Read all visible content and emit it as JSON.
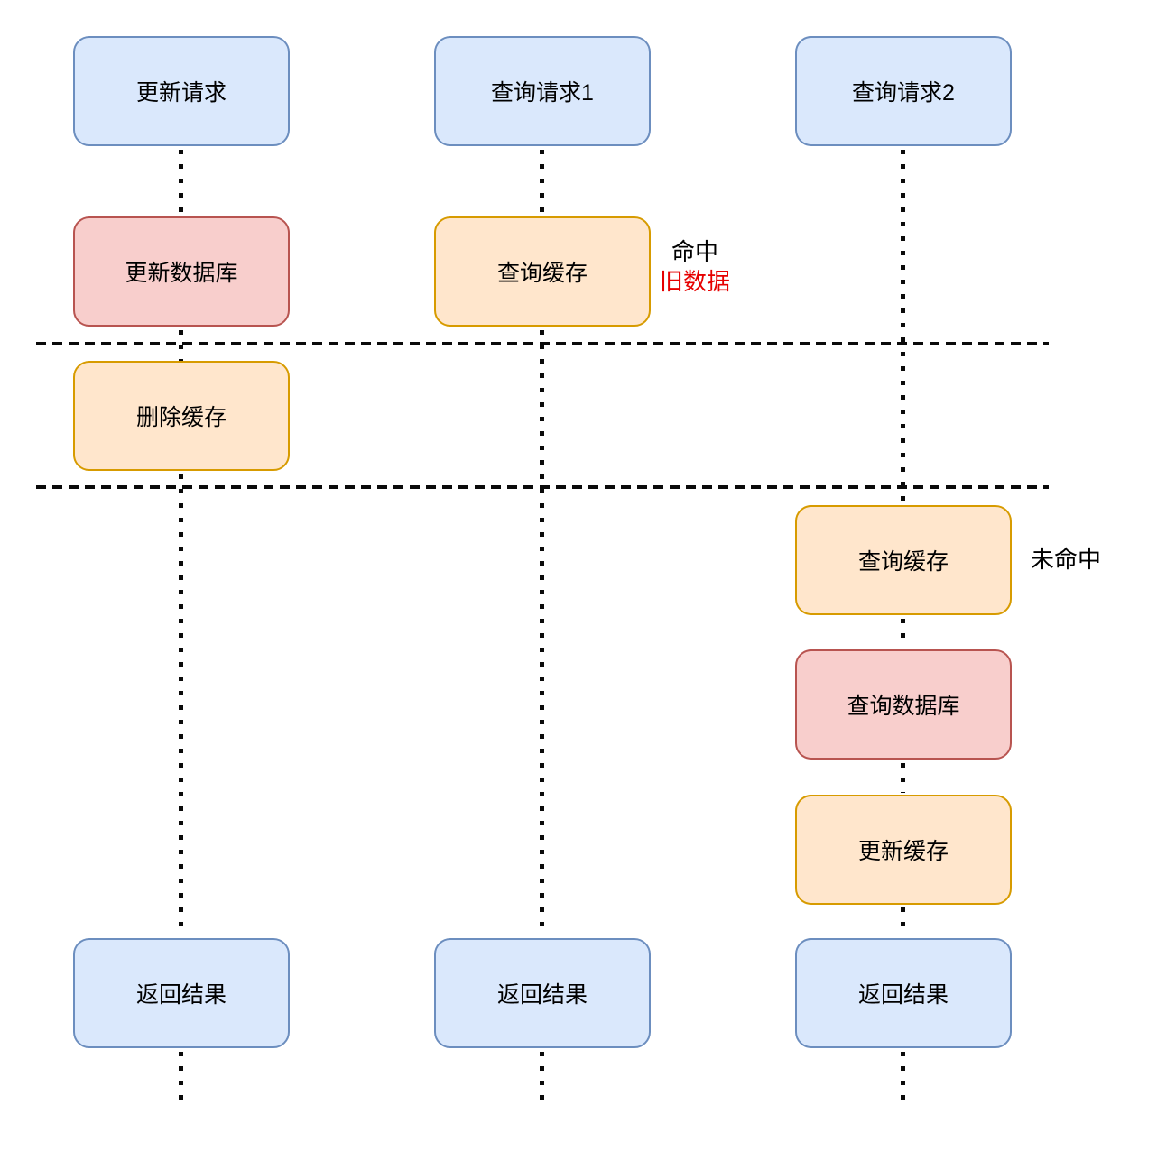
{
  "colors": {
    "blue-fill": "#dae8fc",
    "blue-border": "#6c8ebf",
    "red-fill": "#f8cecc",
    "red-border": "#b85450",
    "orange-fill": "#ffe6cc",
    "orange-border": "#d79b00",
    "stale-text": "#e60000",
    "line": "#0a0a0a"
  },
  "nodes": {
    "update_request": "更新请求",
    "query_request_1": "查询请求1",
    "query_request_2": "查询请求2",
    "update_database": "更新数据库",
    "query_cache_1": "查询缓存",
    "delete_cache": "删除缓存",
    "query_cache_2": "查询缓存",
    "query_database": "查询数据库",
    "update_cache": "更新缓存",
    "return_result_1": "返回结果",
    "return_result_2": "返回结果",
    "return_result_3": "返回结果"
  },
  "annotations": {
    "hit": "命中",
    "stale": "旧数据",
    "miss": "未命中"
  }
}
